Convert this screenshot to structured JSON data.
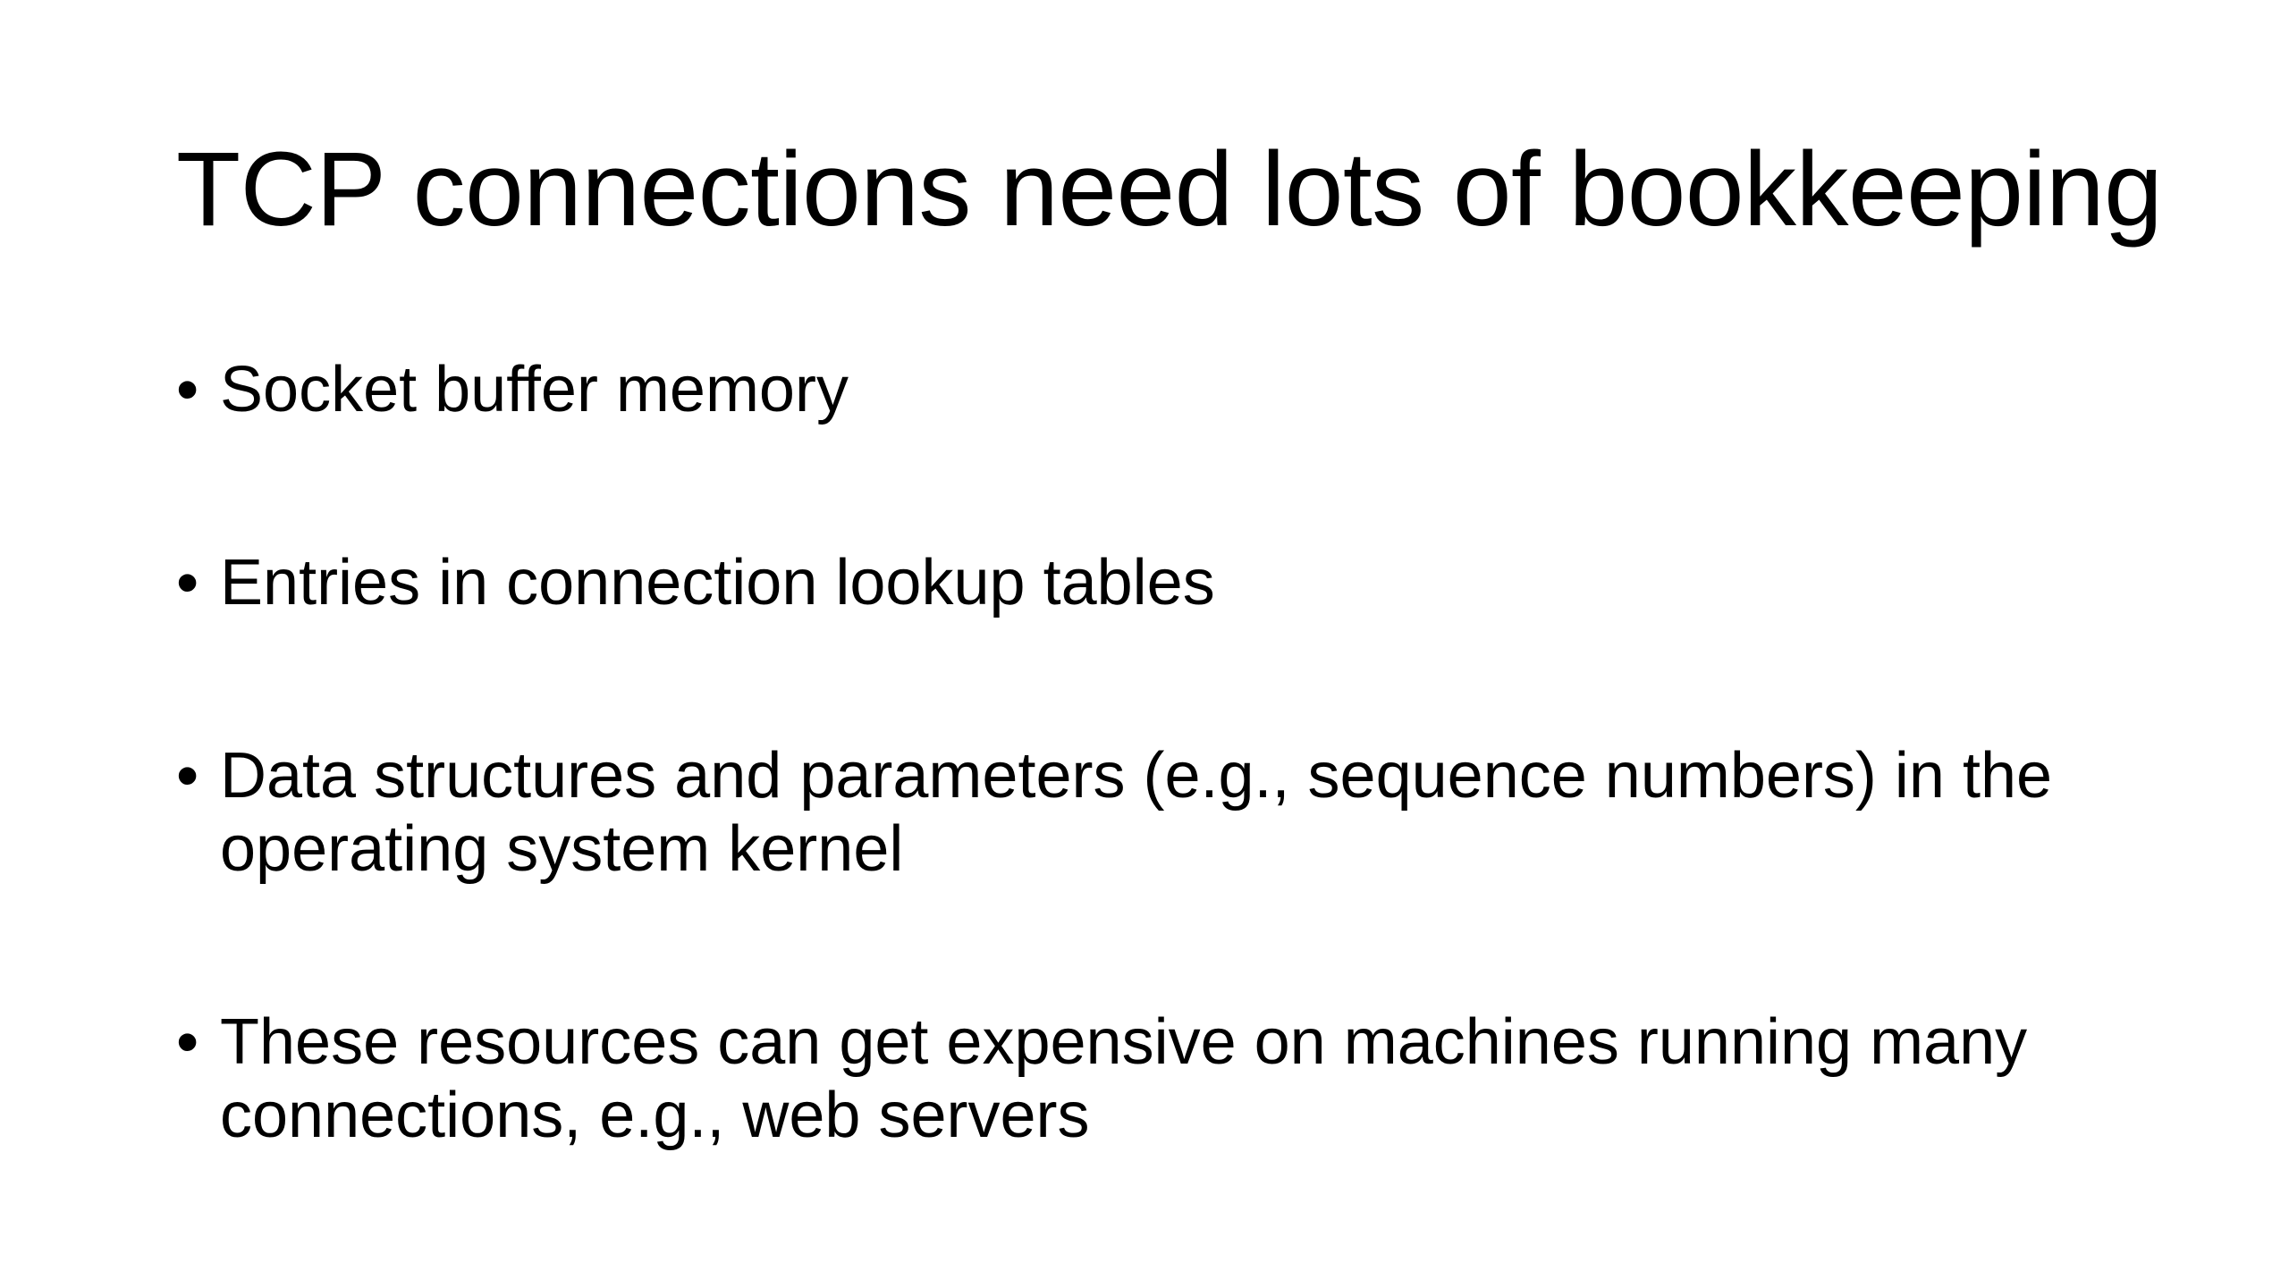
{
  "slide": {
    "title": "TCP connections need lots of bookkeeping",
    "bullet_marker": "•",
    "bullets": [
      {
        "text": "Socket buffer memory"
      },
      {
        "text": "Entries in connection lookup tables"
      },
      {
        "text": "Data structures and parameters (e.g., sequence numbers) in the operating system kernel"
      },
      {
        "text": "These resources can get expensive on machines running many connections, e.g., web servers"
      }
    ]
  }
}
